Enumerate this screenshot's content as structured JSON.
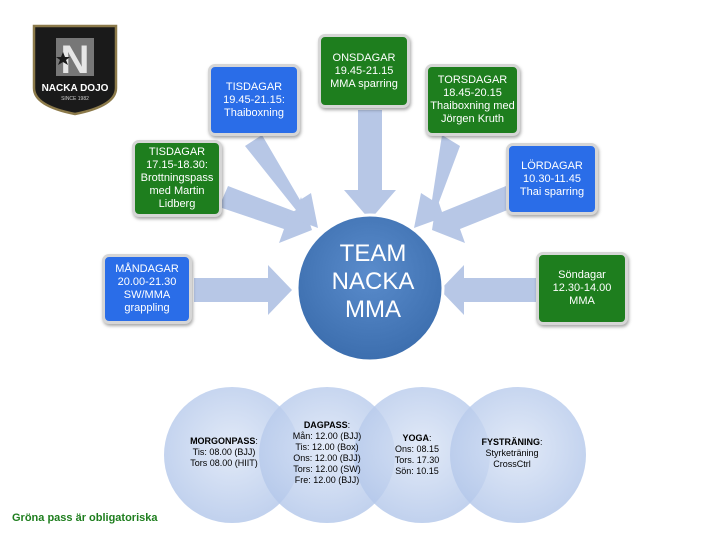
{
  "logo": {
    "letter": "N",
    "name": "NACKA DOJO",
    "since": "SINCE 1982"
  },
  "center": {
    "lines": [
      "TEAM",
      "NACKA",
      "MMA"
    ]
  },
  "sessions": [
    {
      "lines": [
        "MÅNDAGAR",
        "20.00-21.30",
        "SW/MMA",
        "grappling"
      ]
    },
    {
      "lines": [
        "TISDAGAR",
        "17.15-18.30:",
        "Brottningspass",
        "med Martin",
        "Lidberg"
      ]
    },
    {
      "lines": [
        "TISDAGAR",
        "19.45-21.15:",
        "Thaiboxning"
      ]
    },
    {
      "lines": [
        "ONSDAGAR",
        "19.45-21.15",
        "MMA sparring"
      ]
    },
    {
      "lines": [
        "TORSDAGAR",
        "18.45-20.15",
        "Thaiboxning med",
        "Jörgen Kruth"
      ]
    },
    {
      "lines": [
        "LÖRDAGAR",
        "10.30-11.45",
        "Thai sparring"
      ]
    },
    {
      "lines": [
        "Söndagar",
        "12.30-14.00",
        "MMA"
      ]
    }
  ],
  "schedule": [
    {
      "title": "MORGONPASS",
      "suffix": ":",
      "lines": [
        "Tis: 08.00 (BJJ)",
        "Tors 08.00 (HIIT)"
      ]
    },
    {
      "title": "DAGPASS",
      "suffix": ":",
      "lines": [
        "Mån: 12.00 (BJJ)",
        "Tis: 12.00 (Box)",
        "Ons: 12.00 (BJJ)",
        "Tors: 12.00 (SW)",
        "Fre: 12.00 (BJJ)"
      ]
    },
    {
      "title": "YOGA",
      "suffix": ":",
      "lines": [
        "Ons: 08.15",
        "Tors. 17.30",
        "Sön: 10.15"
      ]
    },
    {
      "title": "FYSTRÄNING",
      "suffix": ":",
      "lines": [
        "Styrketräning",
        "CrossCtrl"
      ]
    }
  ],
  "footer": "Gröna pass är obligatoriska",
  "colors": {
    "blue": "#2a6de8",
    "green": "#1e7e1e",
    "center": "#4a7ebb",
    "arrow": "#b7c7e6",
    "circle": "#c3d3ee"
  }
}
